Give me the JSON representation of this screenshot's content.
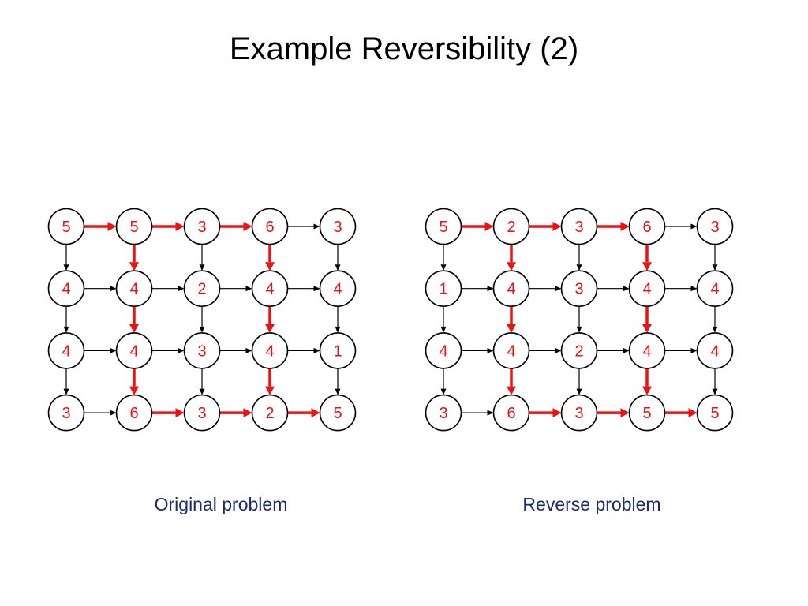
{
  "title": "Example Reversibility (2)",
  "colors": {
    "node_text": "#ee1111",
    "highlight_edge": "#ee1111",
    "normal_edge": "#000000",
    "caption": "#1a2a6c"
  },
  "diagrams": [
    {
      "caption": "Original problem",
      "values": [
        [
          "5",
          "5",
          "3",
          "6",
          "3"
        ],
        [
          "4",
          "4",
          "2",
          "4",
          "4"
        ],
        [
          "4",
          "4",
          "3",
          "4",
          "1"
        ],
        [
          "3",
          "6",
          "3",
          "2",
          "5"
        ]
      ],
      "h_highlight": [
        [
          true,
          true,
          true,
          false
        ],
        [
          false,
          false,
          false,
          false
        ],
        [
          false,
          false,
          false,
          false
        ],
        [
          false,
          true,
          true,
          true
        ]
      ],
      "v_highlight": [
        [
          false,
          true,
          false,
          true,
          false
        ],
        [
          false,
          true,
          false,
          true,
          false
        ],
        [
          false,
          true,
          false,
          true,
          false
        ]
      ]
    },
    {
      "caption": "Reverse problem",
      "values": [
        [
          "5",
          "2",
          "3",
          "6",
          "3"
        ],
        [
          "1",
          "4",
          "3",
          "4",
          "4"
        ],
        [
          "4",
          "4",
          "2",
          "4",
          "4"
        ],
        [
          "3",
          "6",
          "3",
          "5",
          "5"
        ]
      ],
      "h_highlight": [
        [
          true,
          true,
          true,
          false
        ],
        [
          false,
          false,
          false,
          false
        ],
        [
          false,
          false,
          false,
          false
        ],
        [
          false,
          true,
          true,
          true
        ]
      ],
      "v_highlight": [
        [
          false,
          true,
          false,
          true,
          false
        ],
        [
          false,
          true,
          false,
          true,
          false
        ],
        [
          false,
          true,
          false,
          true,
          false
        ]
      ]
    }
  ]
}
